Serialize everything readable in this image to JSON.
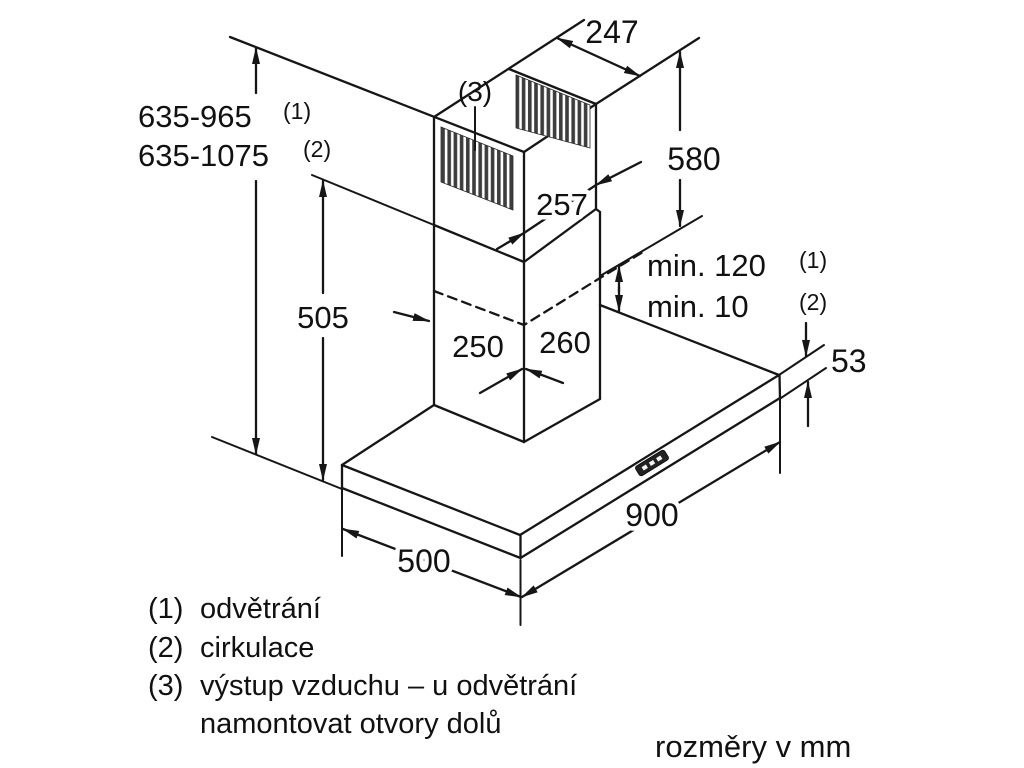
{
  "labels": {
    "top_width": "247",
    "range_vent": "635-965",
    "range_recirc": "635-1075",
    "ref1": "(1)",
    "ref2": "(2)",
    "ref3": "(3)",
    "upper_section_height": "580",
    "upper_duct_width": "257",
    "min_vent": "min. 120",
    "min_recirc": "min. 10",
    "lower_section_height": "505",
    "duct_left_width": "250",
    "duct_right_width": "260",
    "hood_body_height": "53",
    "hood_width": "900",
    "hood_depth": "500"
  },
  "legend": [
    {
      "ref": "(1)",
      "text": "odvětrání"
    },
    {
      "ref": "(2)",
      "text": "cirkulace"
    },
    {
      "ref": "(3)",
      "text": "výstup vzduchu – u odvětrání",
      "text_cont": "namontovat otvory dolů"
    }
  ],
  "footer": {
    "units_note": "rozměry v mm"
  },
  "colors": {
    "line": "#161616",
    "text": "#111111",
    "slot_fill": "#3d3d3d",
    "background": "#ffffff"
  }
}
